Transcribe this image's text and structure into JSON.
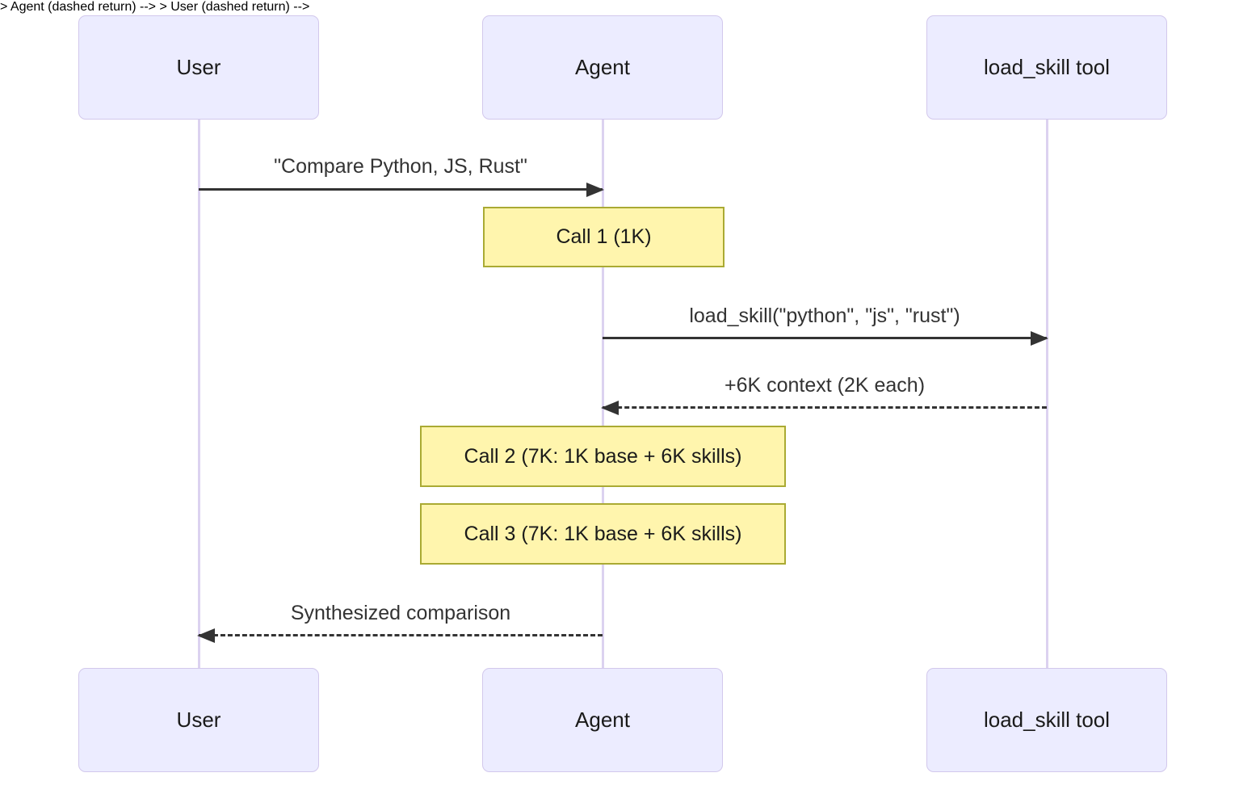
{
  "diagram": {
    "kind": "sequence-diagram",
    "actors": [
      {
        "name": "User"
      },
      {
        "name": "Agent"
      },
      {
        "name": "load_skill tool"
      }
    ],
    "messages": [
      {
        "from": "User",
        "to": "Agent",
        "line": "solid",
        "text": "\"Compare Python, JS, Rust\""
      },
      {
        "from": "Agent",
        "to": "load_skill tool",
        "line": "solid",
        "text": "load_skill(\"python\", \"js\", \"rust\")"
      },
      {
        "from": "load_skill tool",
        "to": "Agent",
        "line": "dashed",
        "text": "+6K context (2K each)"
      },
      {
        "from": "Agent",
        "to": "User",
        "line": "dashed",
        "text": "Synthesized comparison"
      }
    ],
    "notes": [
      {
        "over": "Agent",
        "text": "Call 1 (1K)"
      },
      {
        "over": "Agent",
        "text": "Call 2 (7K: 1K base + 6K skills)"
      },
      {
        "over": "Agent",
        "text": "Call 3 (7K: 1K base + 6K skills)"
      }
    ],
    "colors": {
      "actor_fill": "#ECECFF",
      "actor_border": "#D2C8EC",
      "lifeline": "#DCD2F0",
      "note_fill": "#FFF5AD",
      "note_border": "#AAAA33",
      "arrow": "#333333",
      "message_text": "#333333"
    }
  }
}
